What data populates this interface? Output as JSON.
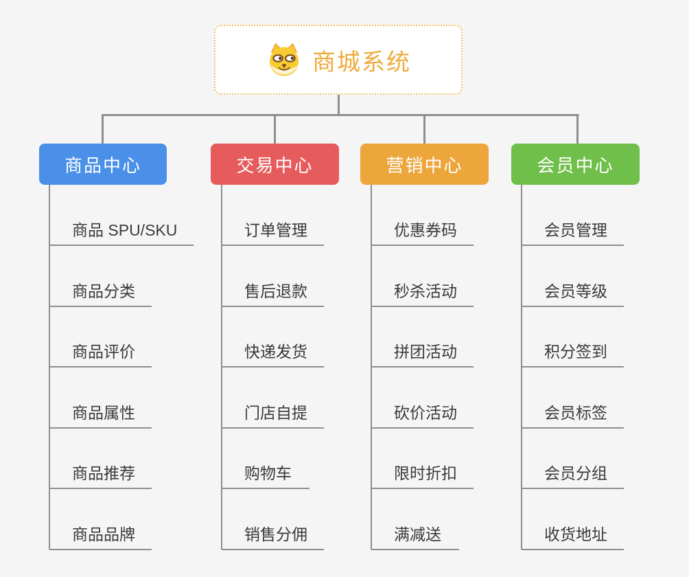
{
  "root": {
    "title": "商城系统",
    "icon": "doge-icon"
  },
  "theme": {
    "background": "#f5f5f5",
    "root_border": "#f2c063",
    "root_text": "#eeab3c",
    "connector": "#8e8e8e",
    "leaf_text": "#3a3a3a",
    "header_text": "#ffffff"
  },
  "branches": [
    {
      "label": "商品中心",
      "color": "#4a8fe8",
      "items": [
        "商品 SPU/SKU",
        "商品分类",
        "商品评价",
        "商品属性",
        "商品推荐",
        "商品品牌"
      ]
    },
    {
      "label": "交易中心",
      "color": "#e65c5c",
      "items": [
        "订单管理",
        "售后退款",
        "快递发货",
        "门店自提",
        "购物车",
        "销售分佣"
      ]
    },
    {
      "label": "营销中心",
      "color": "#eda63b",
      "items": [
        "优惠券码",
        "秒杀活动",
        "拼团活动",
        "砍价活动",
        "限时折扣",
        "满减送"
      ]
    },
    {
      "label": "会员中心",
      "color": "#6fbf4a",
      "items": [
        "会员管理",
        "会员等级",
        "积分签到",
        "会员标签",
        "会员分组",
        "收货地址"
      ]
    }
  ]
}
